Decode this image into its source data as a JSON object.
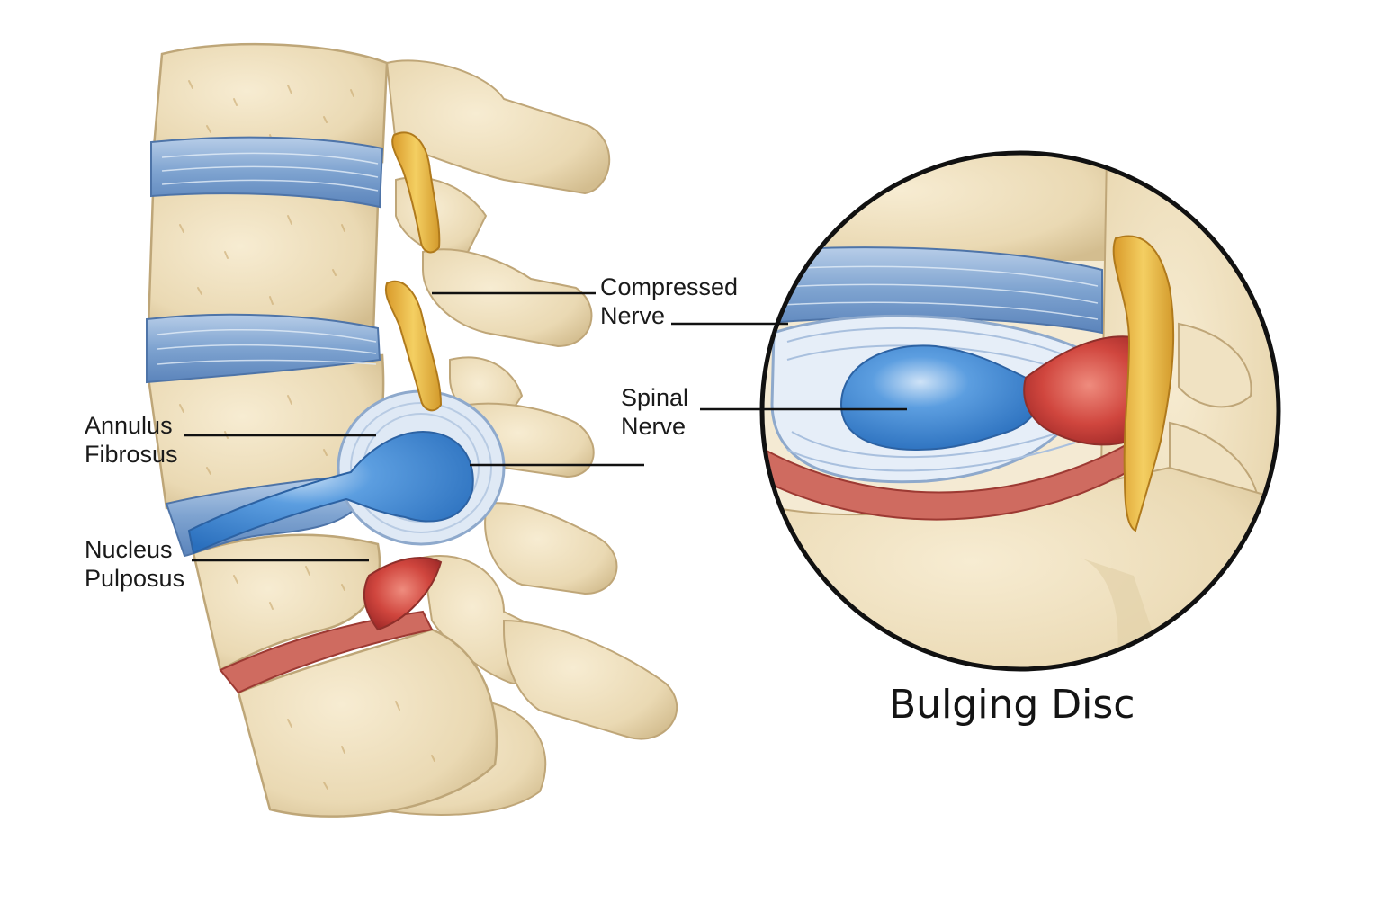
{
  "labels": {
    "compressed_nerve": {
      "line1": "Compressed",
      "line2": "Nerve"
    },
    "spinal_nerve": {
      "line1": "Spinal",
      "line2": "Nerve"
    },
    "annulus_fibrosus": {
      "line1": "Annulus",
      "line2": "Fibrosus"
    },
    "nucleus_pulposus": {
      "line1": "Nucleus",
      "line2": "Pulposus"
    }
  },
  "title": "Bulging Disc",
  "colors": {
    "bone": "#eedfbe",
    "bone_shadow": "#cdb88c",
    "disc_blue": "#8fb2d8",
    "nucleus_blue": "#3f86d0",
    "nerve_yellow": "#e8b84a",
    "inflamed_red": "#c8423c",
    "ligament_red": "#c96a62"
  }
}
